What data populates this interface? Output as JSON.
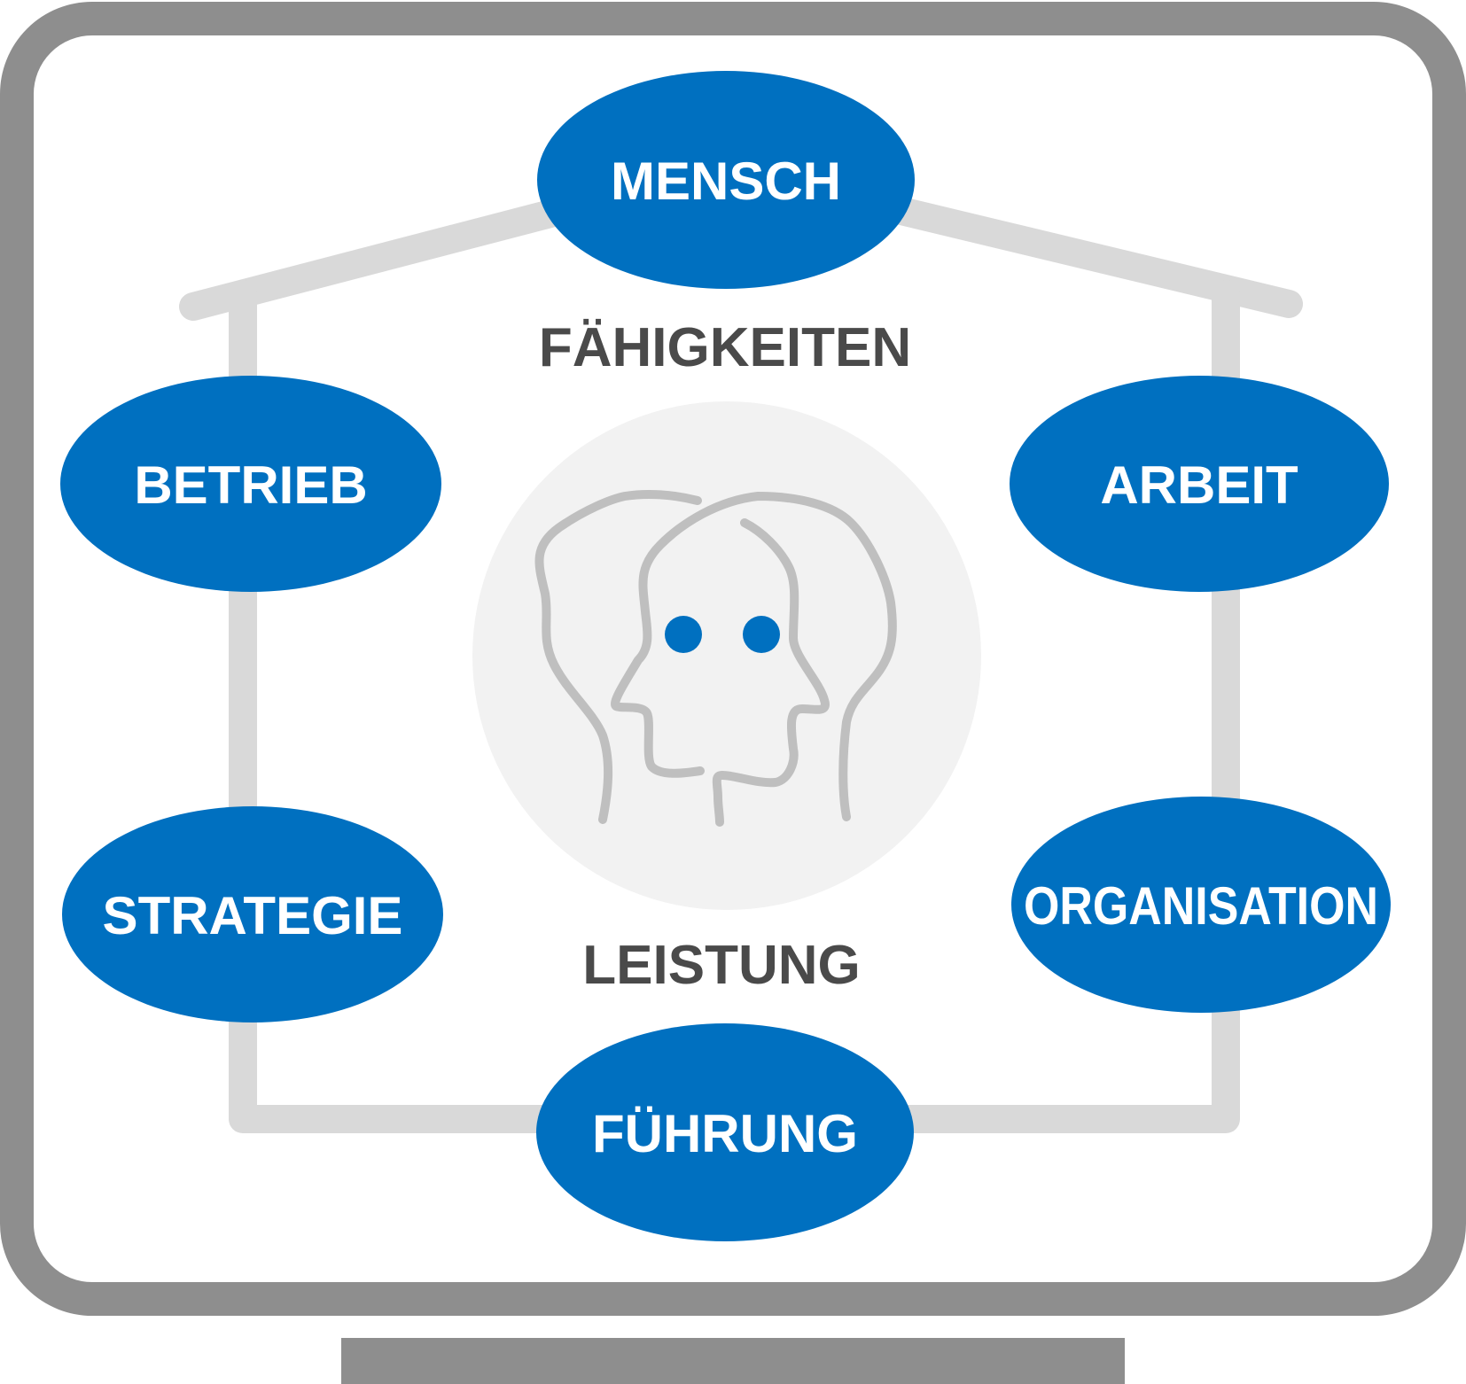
{
  "colors": {
    "monitor_frame": "#8e8e8e",
    "screen_background": "#ffffff",
    "house_outline": "#d9d9d9",
    "node_fill": "#0070c0",
    "node_text": "#ffffff",
    "center_circle": "#f2f2f2",
    "head_outline": "#bfbfbf",
    "eyes": "#0070c0",
    "center_text": "#4a4a4a"
  },
  "center": {
    "top_label": "FÄHIGKEITEN",
    "bottom_label": "LEISTUNG",
    "icon": "two-heads-icon"
  },
  "nodes": {
    "mensch": "MENSCH",
    "betrieb": "BETRIEB",
    "arbeit": "ARBEIT",
    "strategie": "STRATEGIE",
    "organisation": "ORGANISATION",
    "fuehrung": "FÜHRUNG"
  }
}
